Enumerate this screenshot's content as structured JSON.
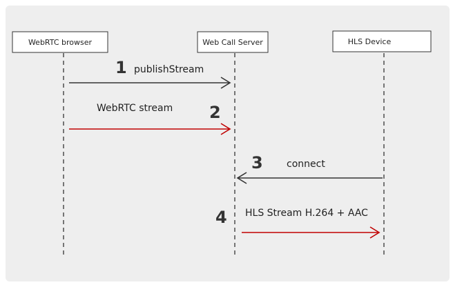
{
  "participants": [
    {
      "id": "browser",
      "label": "WebRTC browser"
    },
    {
      "id": "server",
      "label": "Web Call Server"
    },
    {
      "id": "hls",
      "label": "HLS Device"
    }
  ],
  "messages": [
    {
      "number": "1",
      "label": "publishStream",
      "from": "browser",
      "to": "server",
      "color": "#333333"
    },
    {
      "number": "2",
      "label": "WebRTC stream",
      "from": "browser",
      "to": "server",
      "color": "#c00000"
    },
    {
      "number": "3",
      "label": "connect",
      "from": "hls",
      "to": "server",
      "color": "#333333"
    },
    {
      "number": "4",
      "label": "HLS Stream H.264 + AAC",
      "from": "server",
      "to": "hls",
      "color": "#c00000"
    }
  ],
  "colors": {
    "background": "#eeeeee",
    "box_fill": "#ffffff",
    "box_stroke": "#333333",
    "lifeline": "#333333"
  }
}
